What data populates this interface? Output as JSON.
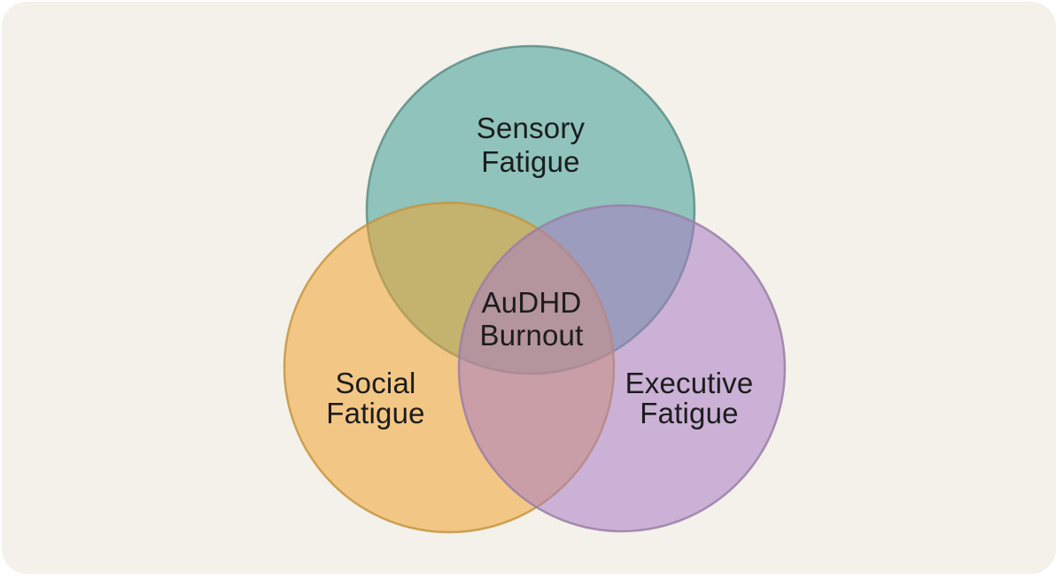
{
  "page": {
    "outer_background": "#ffffff",
    "card_background": "#f3f1ea"
  },
  "diagram": {
    "type": "venn-3-circle",
    "text_color": "#1c1c1c",
    "sets": [
      {
        "name": "Sensory Fatigue",
        "label_line1": "Sensory",
        "label_line2": "Fatigue",
        "fill": "#3d9c93",
        "stroke": "#5a8d85",
        "observed_solid_color": "#8ec2ba"
      },
      {
        "name": "Social Fatigue",
        "label_line1": "Social",
        "label_line2": "Fatigue",
        "fill": "#f0a432",
        "stroke": "#c59540",
        "observed_solid_color": "#f1c684"
      },
      {
        "name": "Executive Fatigue",
        "label_line1": "Executive",
        "label_line2": "Fatigue",
        "fill": "#a77cc3",
        "stroke": "#9a7ea6",
        "observed_solid_color": "#c9b0d4"
      }
    ],
    "intersection_label": {
      "name": "AuDHD Burnout",
      "label_line1": "AuDHD",
      "label_line2": "Burnout"
    }
  }
}
